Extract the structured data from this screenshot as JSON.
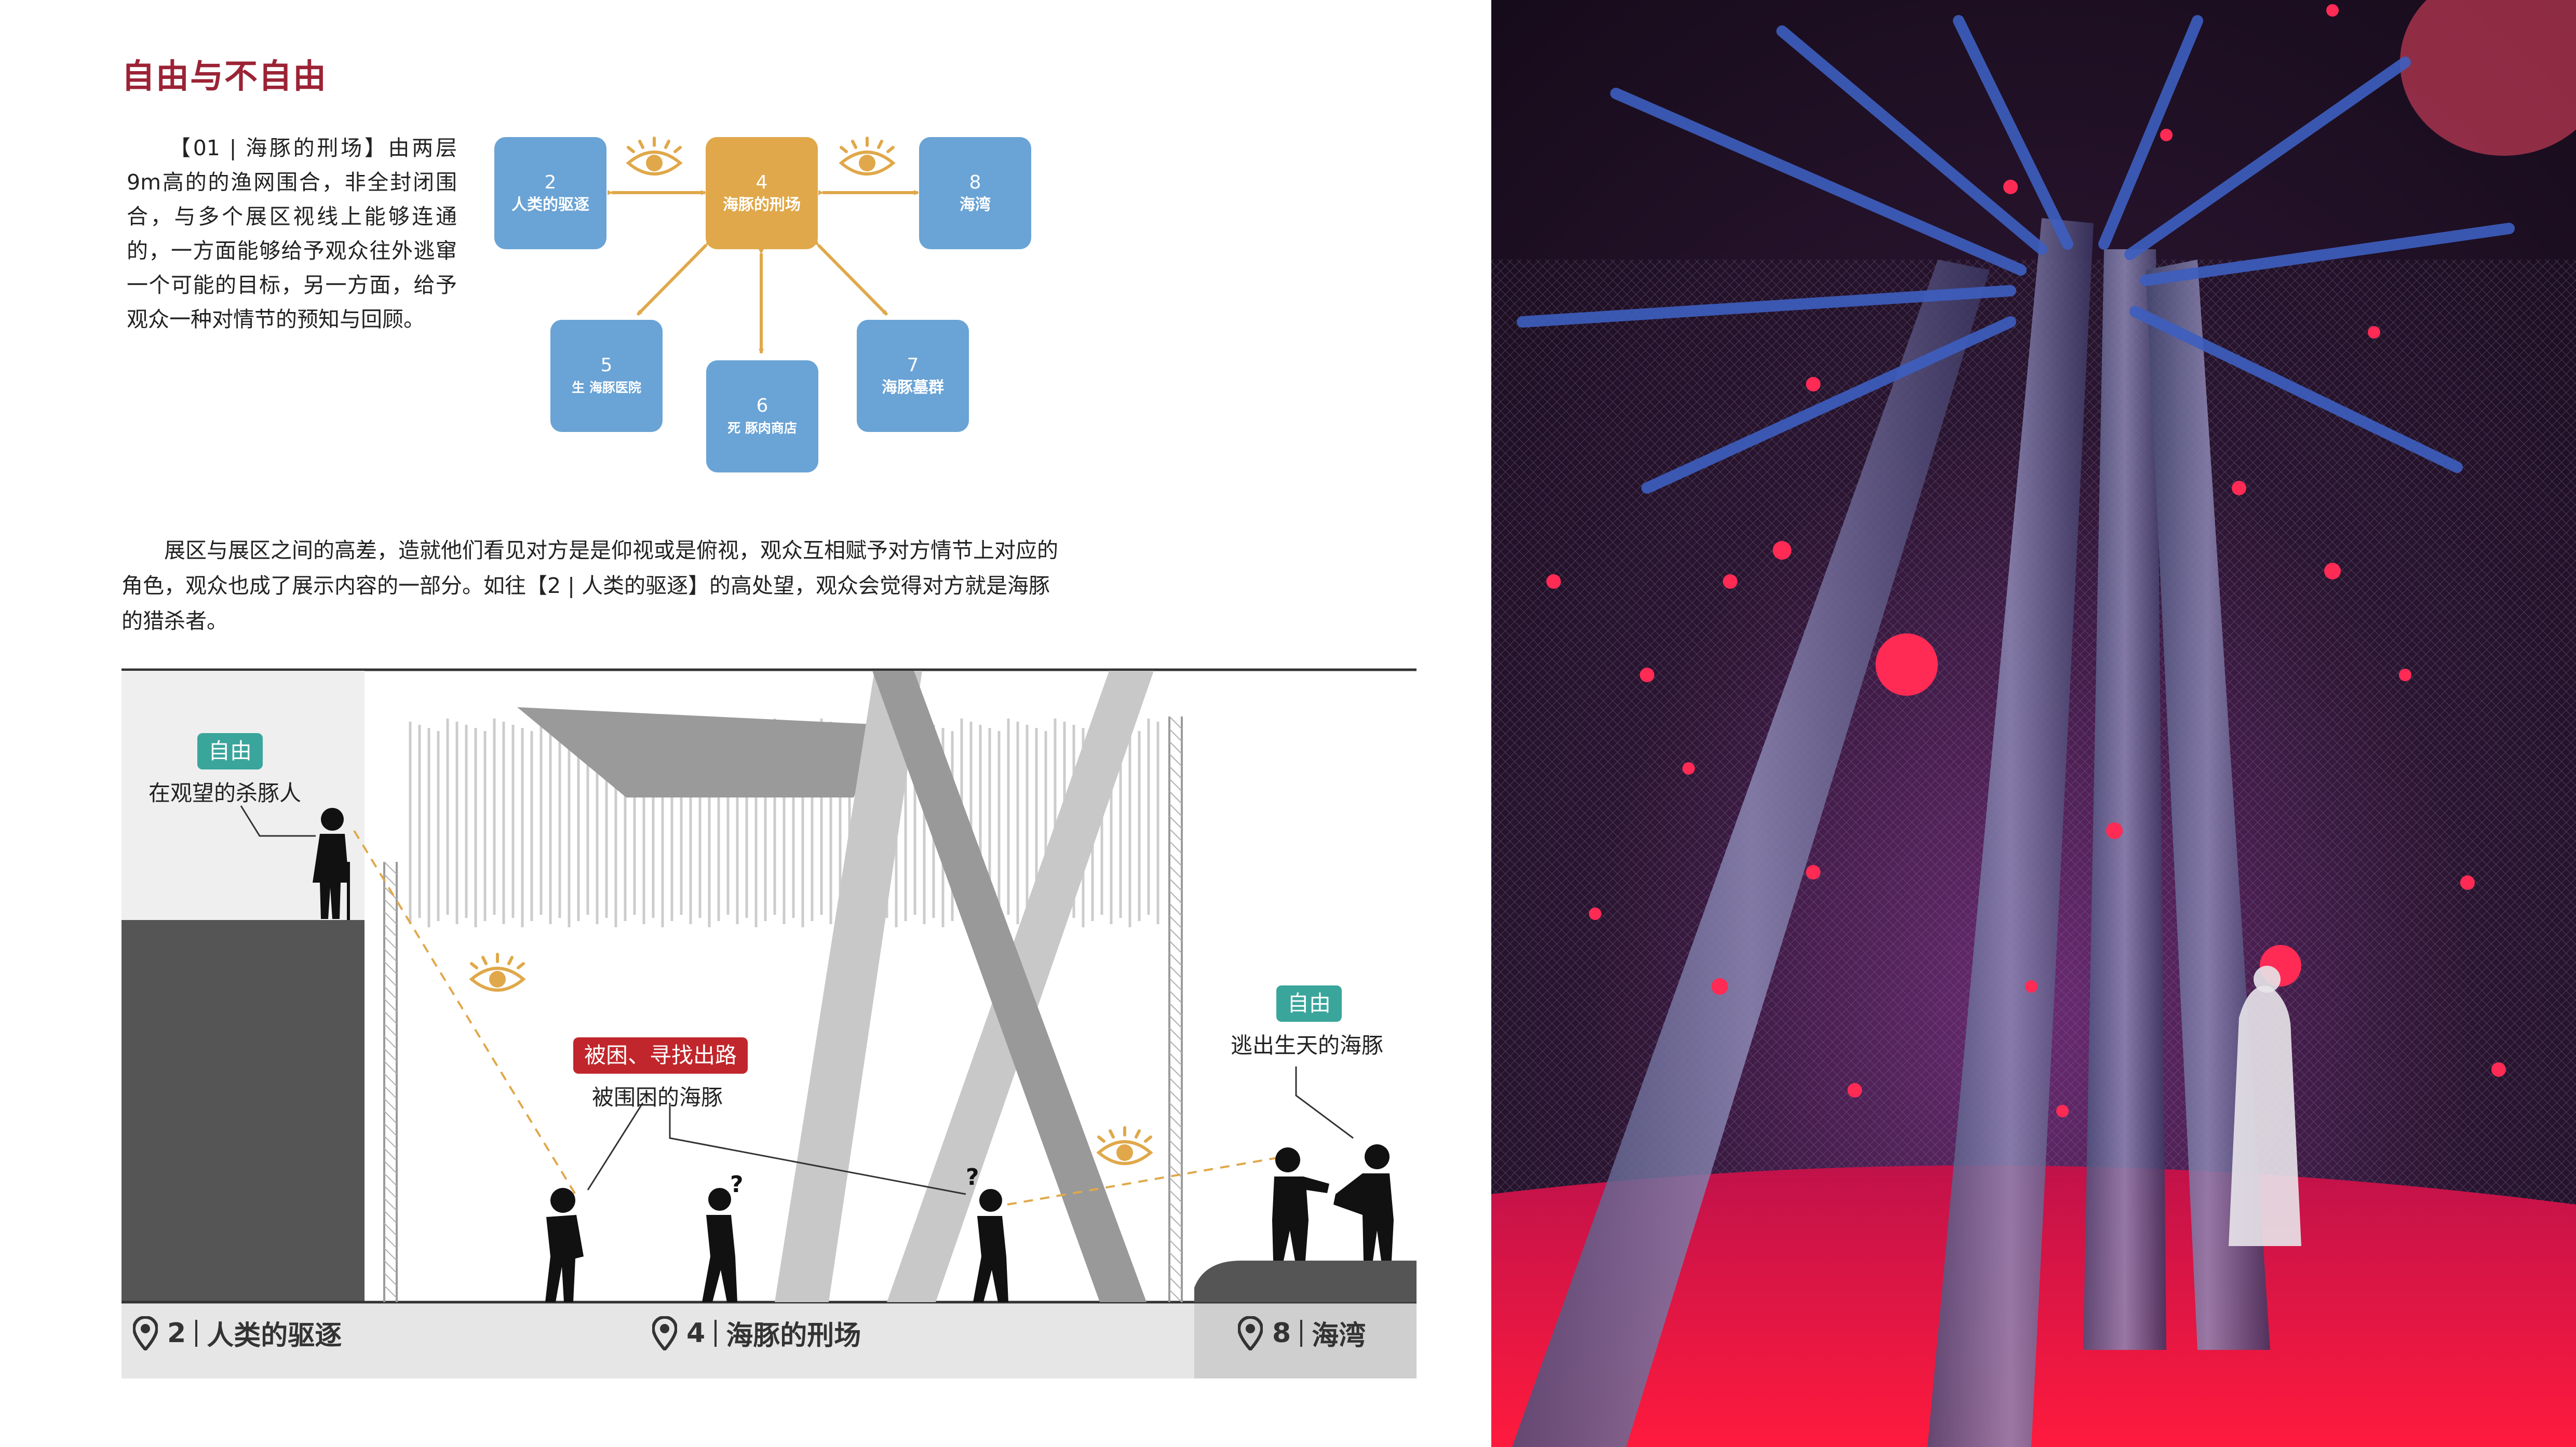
{
  "title": "自由与不自由",
  "paragraph1": "【01 | 海豚的刑场】由两层9m高的的渔网围合，非全封闭围合，与多个展区视线上能够连通的，一方面能够给予观众往外逃窜一个可能的目标，另一方面，给予观众一种对情节的预知与回顾。",
  "paragraph2": "展区与展区之间的高差，造就他们看见对方是是仰视或是俯视，观众互相赋予对方情节上对应的角色，观众也成了展示内容的一部分。如往【2 | 人类的驱逐】的高处望，观众会觉得对方就是海豚的猎杀者。",
  "nodes": {
    "n2": {
      "num": "2",
      "label": "人类的驱逐"
    },
    "n4": {
      "num": "4",
      "label": "海豚的刑场"
    },
    "n8": {
      "num": "8",
      "label": "海湾"
    },
    "n5": {
      "num": "5",
      "label": "生  海豚医院"
    },
    "n6": {
      "num": "6",
      "label": "死  豚肉商店"
    },
    "n7": {
      "num": "7",
      "label": "海豚墓群"
    }
  },
  "section": {
    "tag_left": "自由",
    "caption_left": "在观望的杀豚人",
    "tag_middle": "被困、寻找出路",
    "caption_middle": "被围困的海豚",
    "tag_right": "自由",
    "caption_right": "逃出生天的海豚",
    "locations": [
      {
        "num": "2",
        "name": "人类的驱逐"
      },
      {
        "num": "4",
        "name": "海豚的刑场"
      },
      {
        "num": "8",
        "name": "海湾"
      }
    ]
  },
  "colors": {
    "title": "#9b2335",
    "node_blue": "#6aa3d5",
    "node_orange": "#e0a84a",
    "arrow": "#e0a84a",
    "tag_teal": "#3aa59b",
    "tag_red": "#c0262b",
    "ground_dark": "#555555"
  }
}
